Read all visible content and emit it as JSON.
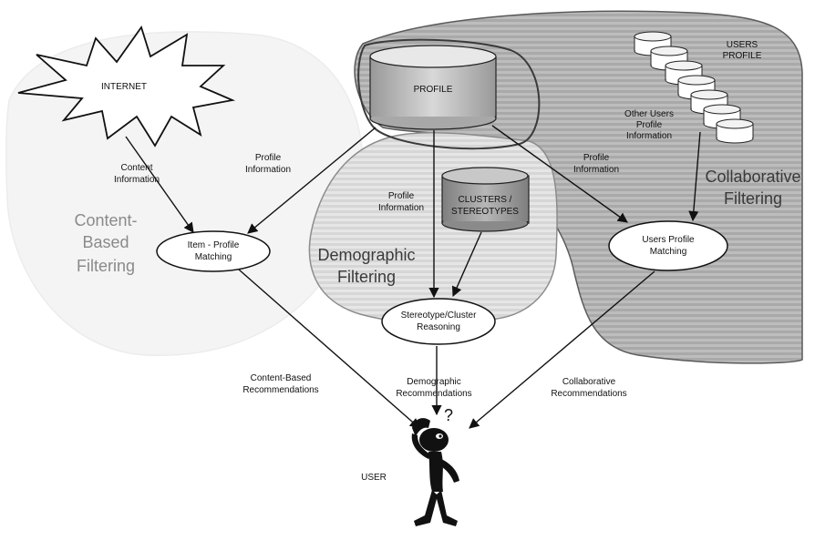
{
  "nodes": {
    "internet": "INTERNET",
    "profile": "PROFILE",
    "users_profile": [
      "USERS",
      "PROFILE"
    ],
    "clusters": [
      "CLUSTERS /",
      "STEREOTYPES"
    ],
    "item_profile_matching": [
      "Item - Profile",
      "Matching"
    ],
    "users_profile_matching": [
      "Users Profile",
      "Matching"
    ],
    "stereotype_reasoning": [
      "Stereotype/Cluster",
      "Reasoning"
    ],
    "user": "USER"
  },
  "regions": {
    "content_based": [
      "Content-",
      "Based",
      "Filtering"
    ],
    "demographic": [
      "Demographic",
      "Filtering"
    ],
    "collaborative": [
      "Collaborative",
      "Filtering"
    ]
  },
  "edge_labels": {
    "content_information": [
      "Content",
      "Information"
    ],
    "profile_information_left": [
      "Profile",
      "Information"
    ],
    "profile_information_mid": [
      "Profile",
      "Information"
    ],
    "profile_information_right": [
      "Profile",
      "Information"
    ],
    "other_users_profile_information": [
      "Other Users",
      "Profile",
      "Information"
    ],
    "content_based_recommendations": [
      "Content-Based",
      "Recommendations"
    ],
    "demographic_recommendations": [
      "Demographic",
      "Recommendations"
    ],
    "collaborative_recommendations": [
      "Collaborative",
      "Recommendations"
    ]
  },
  "user_thought": "?"
}
